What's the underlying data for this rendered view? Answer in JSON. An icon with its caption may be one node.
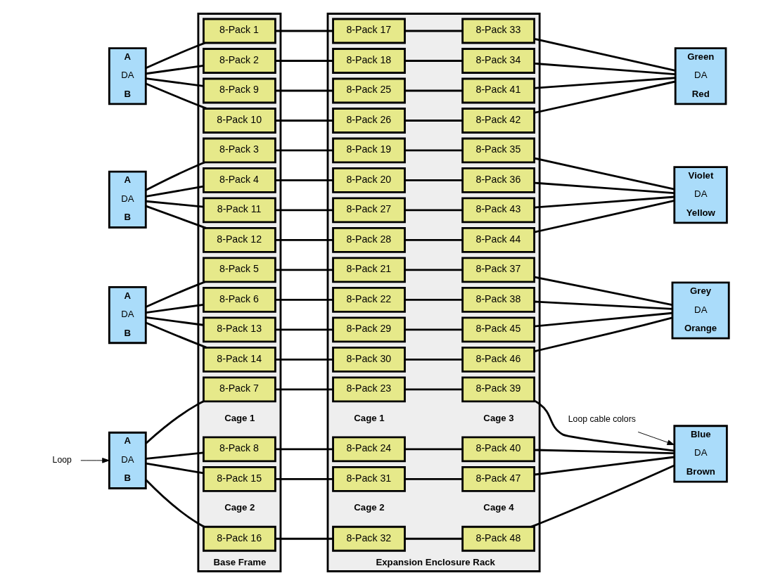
{
  "diagram": {
    "nodes": [
      {
        "text": [
          "Base Frame"
        ]
      },
      {
        "text": [
          "Expansion Enclosure Rack"
        ]
      },
      {
        "text": [
          "A",
          "DA",
          "B"
        ]
      },
      {
        "text": [
          "A",
          "DA",
          "B"
        ]
      },
      {
        "text": [
          "A",
          "DA",
          "B"
        ]
      },
      {
        "text": [
          "A",
          "DA",
          "B"
        ]
      },
      {
        "text": [
          "Green",
          "DA",
          "Red"
        ]
      },
      {
        "text": [
          "Violet",
          "DA",
          "Yellow"
        ]
      },
      {
        "text": [
          "Grey",
          "DA",
          "Orange"
        ]
      },
      {
        "text": [
          "Blue",
          "DA",
          "Brown"
        ]
      },
      {
        "text": [
          "8-Pack 1"
        ],
        "in": 0
      },
      {
        "text": [
          "8-Pack 2"
        ],
        "in": 0
      },
      {
        "text": [
          "8-Pack 3"
        ],
        "in": 0
      },
      {
        "text": [
          "8-Pack 4"
        ],
        "in": 0
      },
      {
        "text": [
          "8-Pack 5"
        ],
        "in": 0
      },
      {
        "text": [
          "8-Pack 6"
        ],
        "in": 0
      },
      {
        "text": [
          "8-Pack 7"
        ],
        "in": 0
      },
      {
        "text": [
          "8-Pack 8"
        ],
        "in": 0
      },
      {
        "text": [
          "8-Pack 9"
        ],
        "in": 0
      },
      {
        "text": [
          "8-Pack 10"
        ],
        "in": 0
      },
      {
        "text": [
          "8-Pack 11"
        ],
        "in": 0
      },
      {
        "text": [
          "8-Pack 12"
        ],
        "in": 0
      },
      {
        "text": [
          "8-Pack 13"
        ],
        "in": 0
      },
      {
        "text": [
          "8-Pack 14"
        ],
        "in": 0
      },
      {
        "text": [
          "8-Pack 15"
        ],
        "in": 0
      },
      {
        "text": [
          "8-Pack 16"
        ],
        "in": 0
      },
      {
        "text": [
          "8-Pack 17"
        ],
        "in": 1
      },
      {
        "text": [
          "8-Pack 18"
        ],
        "in": 1
      },
      {
        "text": [
          "8-Pack 19"
        ],
        "in": 1
      },
      {
        "text": [
          "8-Pack 20"
        ],
        "in": 1
      },
      {
        "text": [
          "8-Pack 21"
        ],
        "in": 1
      },
      {
        "text": [
          "8-Pack 22"
        ],
        "in": 1
      },
      {
        "text": [
          "8-Pack 23"
        ],
        "in": 1
      },
      {
        "text": [
          "8-Pack 24"
        ],
        "in": 1
      },
      {
        "text": [
          "8-Pack 25"
        ],
        "in": 1
      },
      {
        "text": [
          "8-Pack 26"
        ],
        "in": 1
      },
      {
        "text": [
          "8-Pack 27"
        ],
        "in": 1
      },
      {
        "text": [
          "8-Pack 28"
        ],
        "in": 1
      },
      {
        "text": [
          "8-Pack 29"
        ],
        "in": 1
      },
      {
        "text": [
          "8-Pack 30"
        ],
        "in": 1
      },
      {
        "text": [
          "8-Pack 31"
        ],
        "in": 1
      },
      {
        "text": [
          "8-Pack 32"
        ],
        "in": 1
      },
      {
        "text": [
          "8-Pack 33"
        ],
        "in": 1
      },
      {
        "text": [
          "8-Pack 34"
        ],
        "in": 1
      },
      {
        "text": [
          "8-Pack 35"
        ],
        "in": 1
      },
      {
        "text": [
          "8-Pack 36"
        ],
        "in": 1
      },
      {
        "text": [
          "8-Pack 37"
        ],
        "in": 1
      },
      {
        "text": [
          "8-Pack 38"
        ],
        "in": 1
      },
      {
        "text": [
          "8-Pack 39"
        ],
        "in": 1
      },
      {
        "text": [
          "8-Pack 40"
        ],
        "in": 1
      },
      {
        "text": [
          "8-Pack 41"
        ],
        "in": 1
      },
      {
        "text": [
          "8-Pack 42"
        ],
        "in": 1
      },
      {
        "text": [
          "8-Pack 43"
        ],
        "in": 1
      },
      {
        "text": [
          "8-Pack 44"
        ],
        "in": 1
      },
      {
        "text": [
          "8-Pack 45"
        ],
        "in": 1
      },
      {
        "text": [
          "8-Pack 46"
        ],
        "in": 1
      },
      {
        "text": [
          "8-Pack 47"
        ],
        "in": 1
      },
      {
        "text": [
          "8-Pack 48"
        ],
        "in": 1
      },
      {
        "text": [
          "Loop"
        ]
      },
      {
        "text": [
          "Loop cable colors"
        ]
      }
    ],
    "edges": [
      {
        "from": 2,
        "to": 10,
        "arrow": "none"
      },
      {
        "from": 10,
        "to": 26,
        "arrow": "none"
      },
      {
        "from": 26,
        "to": 42,
        "arrow": "none"
      },
      {
        "from": 42,
        "to": 6,
        "arrow": "none"
      },
      {
        "from": 2,
        "to": 11,
        "arrow": "none"
      },
      {
        "from": 11,
        "to": 27,
        "arrow": "none"
      },
      {
        "from": 27,
        "to": 43,
        "arrow": "none"
      },
      {
        "from": 43,
        "to": 6,
        "arrow": "none"
      },
      {
        "from": 2,
        "to": 18,
        "arrow": "none"
      },
      {
        "from": 18,
        "to": 34,
        "arrow": "none"
      },
      {
        "from": 34,
        "to": 50,
        "arrow": "none"
      },
      {
        "from": 50,
        "to": 6,
        "arrow": "none"
      },
      {
        "from": 2,
        "to": 19,
        "arrow": "none"
      },
      {
        "from": 19,
        "to": 35,
        "arrow": "none"
      },
      {
        "from": 35,
        "to": 51,
        "arrow": "none"
      },
      {
        "from": 51,
        "to": 6,
        "arrow": "none"
      },
      {
        "from": 3,
        "to": 12,
        "arrow": "none"
      },
      {
        "from": 12,
        "to": 28,
        "arrow": "none"
      },
      {
        "from": 28,
        "to": 44,
        "arrow": "none"
      },
      {
        "from": 44,
        "to": 7,
        "arrow": "none"
      },
      {
        "from": 3,
        "to": 13,
        "arrow": "none"
      },
      {
        "from": 13,
        "to": 29,
        "arrow": "none"
      },
      {
        "from": 29,
        "to": 45,
        "arrow": "none"
      },
      {
        "from": 45,
        "to": 7,
        "arrow": "none"
      },
      {
        "from": 3,
        "to": 20,
        "arrow": "none"
      },
      {
        "from": 20,
        "to": 36,
        "arrow": "none"
      },
      {
        "from": 36,
        "to": 52,
        "arrow": "none"
      },
      {
        "from": 52,
        "to": 7,
        "arrow": "none"
      },
      {
        "from": 3,
        "to": 21,
        "arrow": "none"
      },
      {
        "from": 21,
        "to": 37,
        "arrow": "none"
      },
      {
        "from": 37,
        "to": 53,
        "arrow": "none"
      },
      {
        "from": 53,
        "to": 7,
        "arrow": "none"
      },
      {
        "from": 4,
        "to": 14,
        "arrow": "none"
      },
      {
        "from": 14,
        "to": 30,
        "arrow": "none"
      },
      {
        "from": 30,
        "to": 46,
        "arrow": "none"
      },
      {
        "from": 46,
        "to": 8,
        "arrow": "none"
      },
      {
        "from": 4,
        "to": 15,
        "arrow": "none"
      },
      {
        "from": 15,
        "to": 31,
        "arrow": "none"
      },
      {
        "from": 31,
        "to": 47,
        "arrow": "none"
      },
      {
        "from": 47,
        "to": 8,
        "arrow": "none"
      },
      {
        "from": 4,
        "to": 22,
        "arrow": "none"
      },
      {
        "from": 22,
        "to": 38,
        "arrow": "none"
      },
      {
        "from": 38,
        "to": 54,
        "arrow": "none"
      },
      {
        "from": 54,
        "to": 8,
        "arrow": "none"
      },
      {
        "from": 4,
        "to": 23,
        "arrow": "none"
      },
      {
        "from": 23,
        "to": 39,
        "arrow": "none"
      },
      {
        "from": 39,
        "to": 55,
        "arrow": "none"
      },
      {
        "from": 55,
        "to": 8,
        "arrow": "none"
      },
      {
        "from": 5,
        "to": 16,
        "arrow": "none"
      },
      {
        "from": 16,
        "to": 32,
        "arrow": "none"
      },
      {
        "from": 32,
        "to": 48,
        "arrow": "none"
      },
      {
        "from": 48,
        "to": 9,
        "arrow": "none"
      },
      {
        "from": 5,
        "to": 17,
        "arrow": "none"
      },
      {
        "from": 17,
        "to": 33,
        "arrow": "none"
      },
      {
        "from": 33,
        "to": 49,
        "arrow": "none"
      },
      {
        "from": 49,
        "to": 9,
        "arrow": "none"
      },
      {
        "from": 5,
        "to": 24,
        "arrow": "none"
      },
      {
        "from": 24,
        "to": 40,
        "arrow": "none"
      },
      {
        "from": 40,
        "to": 56,
        "arrow": "none"
      },
      {
        "from": 56,
        "to": 9,
        "arrow": "none"
      },
      {
        "from": 5,
        "to": 25,
        "arrow": "none"
      },
      {
        "from": 25,
        "to": 41,
        "arrow": "none"
      },
      {
        "from": 41,
        "to": 57,
        "arrow": "none"
      },
      {
        "from": 57,
        "to": 9,
        "arrow": "none"
      },
      {
        "from": 58,
        "to": 5,
        "arrow": "to"
      },
      {
        "from": 59,
        "to": 9,
        "arrow": "to"
      }
    ],
    "labels": [
      "Cage 1",
      "Cage 2",
      "Cage 1",
      "Cage 2",
      "Cage 3",
      "Cage 4"
    ]
  }
}
